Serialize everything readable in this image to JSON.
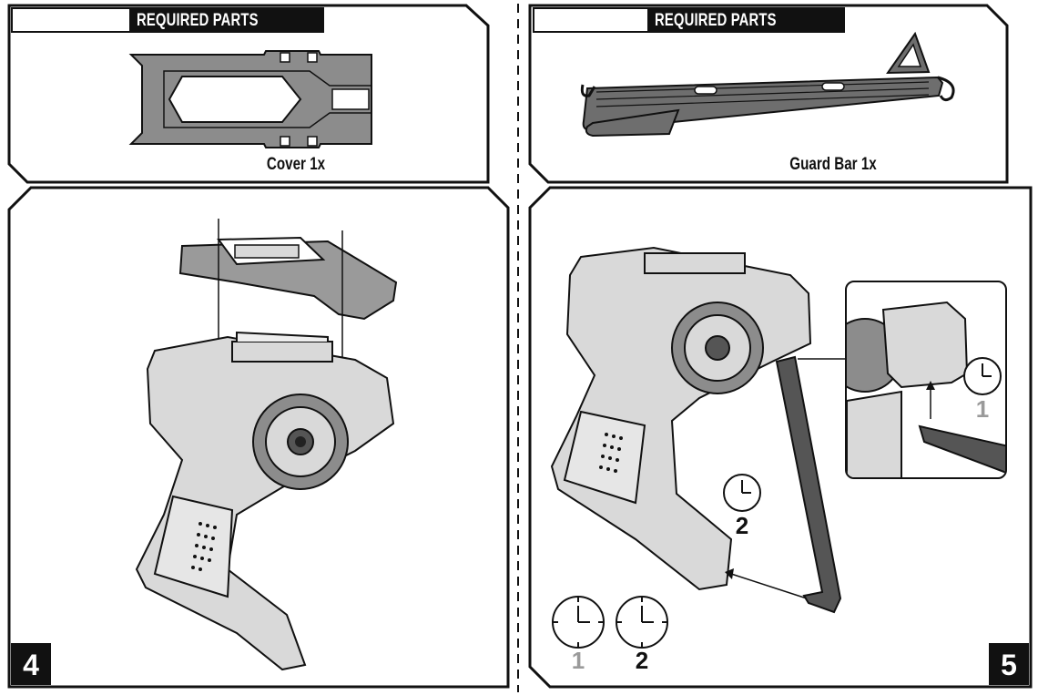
{
  "left_panel": {
    "header": "REQUIRED PARTS",
    "part_caption": "Cover 1x",
    "step_number": "4"
  },
  "right_panel": {
    "header": "REQUIRED PARTS",
    "part_caption": "Guard Bar 1x",
    "step_number": "5",
    "inset_clock_number": "1",
    "mid_clock_number": "2",
    "bottom_clock_numbers": [
      "1",
      "2"
    ]
  },
  "colors": {
    "ink": "#111111",
    "part_gray": "#8c8c8c",
    "light_gray": "#d9d9d9",
    "clock_gray": "#9a9a9a"
  }
}
